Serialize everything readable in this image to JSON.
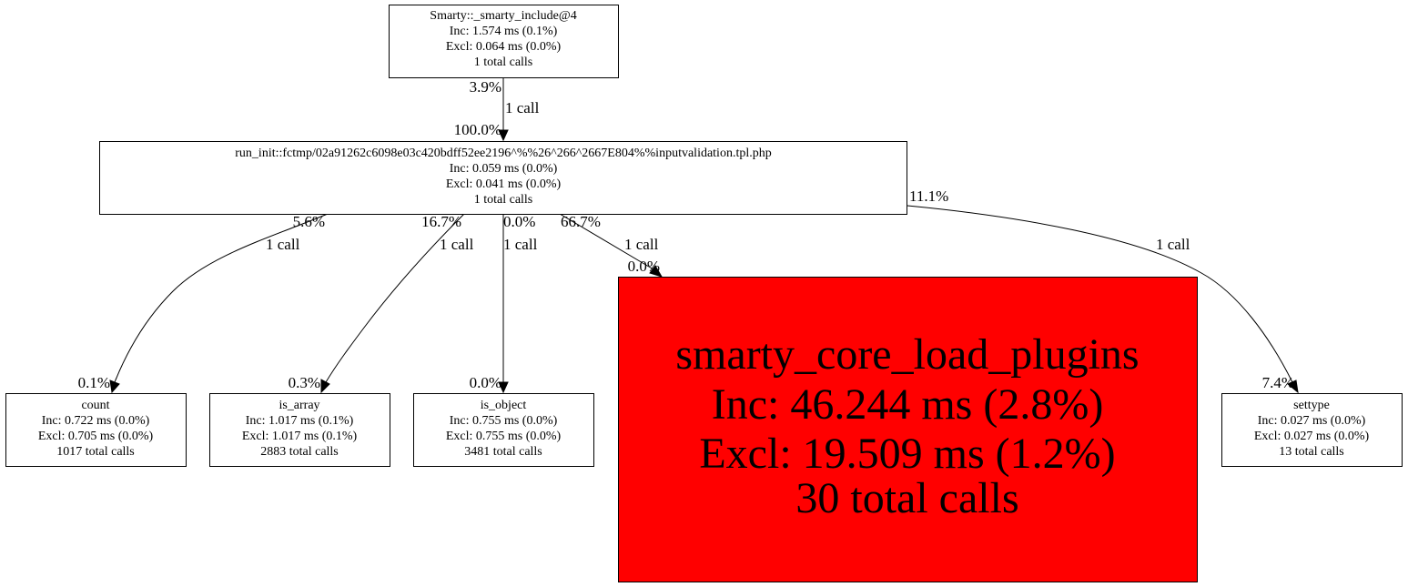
{
  "nodes": {
    "smarty_include": {
      "name": "Smarty::_smarty_include@4",
      "inc": "Inc: 1.574 ms (0.1%)",
      "excl": "Excl: 0.064 ms (0.0%)",
      "calls": "1 total calls"
    },
    "run_init": {
      "name": "run_init::fctmp/02a91262c6098e03c420bdff52ee2196^%%26^266^2667E804%%inputvalidation.tpl.php",
      "inc": "Inc: 0.059 ms (0.0%)",
      "excl": "Excl: 0.041 ms (0.0%)",
      "calls": "1 total calls"
    },
    "count": {
      "name": "count",
      "inc": "Inc: 0.722 ms (0.0%)",
      "excl": "Excl: 0.705 ms (0.0%)",
      "calls": "1017 total calls"
    },
    "is_array": {
      "name": "is_array",
      "inc": "Inc: 1.017 ms (0.1%)",
      "excl": "Excl: 1.017 ms (0.1%)",
      "calls": "2883 total calls"
    },
    "is_object": {
      "name": "is_object",
      "inc": "Inc: 0.755 ms (0.0%)",
      "excl": "Excl: 0.755 ms (0.0%)",
      "calls": "3481 total calls"
    },
    "smarty_core_load_plugins": {
      "name": "smarty_core_load_plugins",
      "inc": "Inc: 46.244 ms (2.8%)",
      "excl": "Excl: 19.509 ms (1.2%)",
      "calls": "30 total calls",
      "color": "#ff0000"
    },
    "settype": {
      "name": "settype",
      "inc": "Inc: 0.027 ms (0.0%)",
      "excl": "Excl: 0.027 ms (0.0%)",
      "calls": "13 total calls"
    }
  },
  "edges": {
    "include_to_run_init": {
      "from_pct": "3.9%",
      "calls": "1 call",
      "to_pct": "100.0%"
    },
    "run_init_to_count": {
      "from_pct": "5.6%",
      "calls": "1 call",
      "to_pct": "0.1%"
    },
    "run_init_to_is_array": {
      "from_pct": "16.7%",
      "calls": "1 call",
      "to_pct": "0.3%"
    },
    "run_init_to_is_object": {
      "from_pct": "0.0%",
      "calls": "1 call",
      "to_pct": "0.0%"
    },
    "run_init_to_load_plugins": {
      "from_pct": "66.7%",
      "calls": "1 call",
      "to_pct": "0.0%"
    },
    "run_init_to_settype": {
      "from_pct": "11.1%",
      "calls": "1 call",
      "to_pct": "7.4%"
    }
  }
}
